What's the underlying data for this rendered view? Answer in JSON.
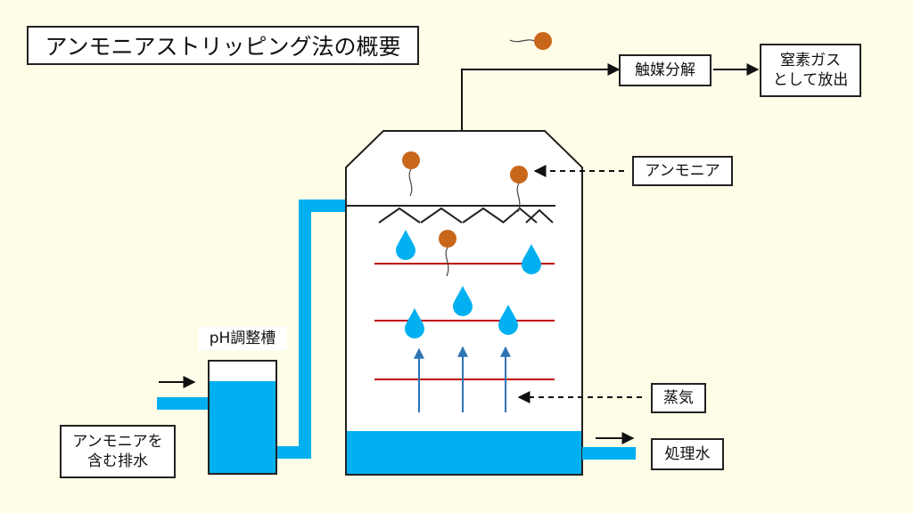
{
  "title": "アンモニアストリッピング法の概要",
  "labels": {
    "catalytic": "触媒分解",
    "release": "窒素ガス\nとして放出",
    "ammonia": "アンモニア",
    "ph_tank": "pH調整槽",
    "wastewater": "アンモニアを\n含む排水",
    "steam": "蒸気",
    "treated": "処理水"
  },
  "colors": {
    "water": "#00b0f0",
    "ammonia_ball": "#c8661a",
    "shelf": "#c00000",
    "steam_arrow": "#2e74b5",
    "background": "#fffde7"
  }
}
